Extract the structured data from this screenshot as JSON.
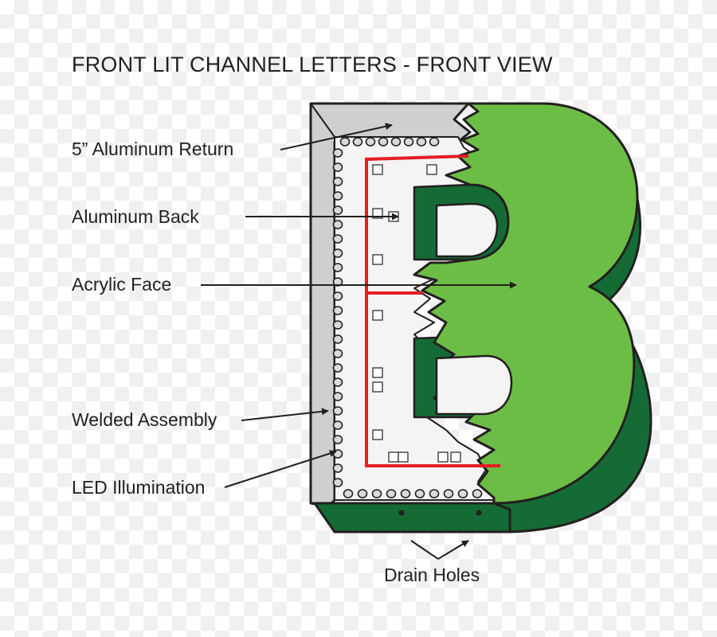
{
  "title": "FRONT LIT CHANNEL LETTERS - FRONT VIEW",
  "letter": "B",
  "callouts": {
    "return": "5” Aluminum Return",
    "back": "Aluminum Back",
    "face": "Acrylic Face",
    "welded": "Welded Assembly",
    "led": "LED Illumination",
    "drain": "Drain Holes"
  },
  "colors": {
    "face_green": "#6cbd45",
    "return_dark_green": "#156b35",
    "aluminum_gray": "#cfcfcf",
    "back_light": "#f4f4f4",
    "led_wire_red": "#e31e24",
    "outline": "#231f20"
  }
}
